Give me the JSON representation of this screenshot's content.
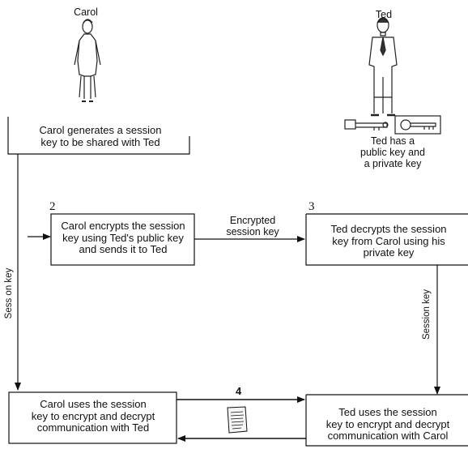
{
  "actors": {
    "carol": "Carol",
    "ted": "Ted"
  },
  "ted_keys_note": [
    "Ted has a",
    "public key and",
    "a private key"
  ],
  "steps": {
    "step1": [
      "Carol generates a session",
      "key to be shared with Ted"
    ],
    "step2_number": "2",
    "step2": [
      "Carol encrypts the session",
      "key using Ted's public key",
      "and sends it to Ted"
    ],
    "step3_number": "3",
    "step3": [
      "Ted decrypts the session",
      "key from Carol using his",
      "private key"
    ],
    "step4_number": "4",
    "carol_final": [
      "Carol uses the session",
      "key to encrypt and decrypt",
      "communication with Ted"
    ],
    "ted_final": [
      "Ted uses the session",
      "key to encrypt and decrypt",
      "communication with Carol"
    ]
  },
  "arrow_labels": {
    "encrypted_session_key": [
      "Encrypted",
      "session key"
    ],
    "left_vertical": "Sess on key",
    "right_vertical": "Session key"
  },
  "icons": [
    "woman-figure-icon",
    "man-figure-icon",
    "public-key-icon",
    "private-key-icon",
    "document-icon"
  ]
}
